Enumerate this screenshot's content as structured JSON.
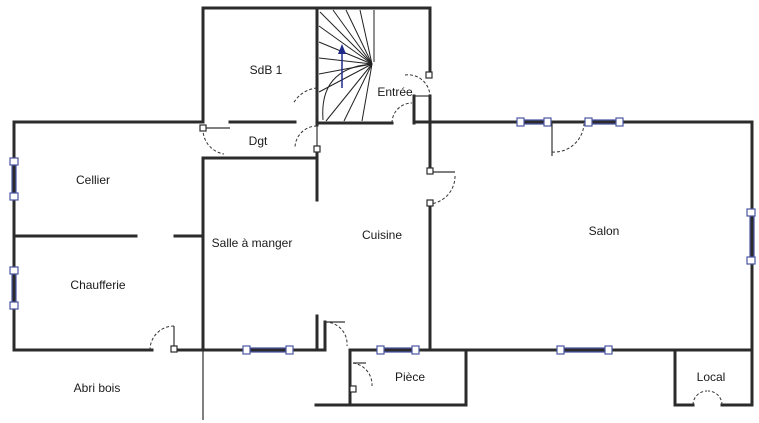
{
  "plan": {
    "rooms": {
      "sdb1": "SdB 1",
      "entree": "Entrée",
      "dgt": "Dgt",
      "cellier": "Cellier",
      "chaufferie": "Chaufferie",
      "abri_bois": "Abri bois",
      "salle_a_manger": "Salle à manger",
      "cuisine": "Cuisine",
      "salon": "Salon",
      "piece": "Pièce",
      "local": "Local"
    },
    "colors": {
      "wall": "#2b2b2b",
      "window": "#4a55a2",
      "stair_arrow": "#1f2a8a"
    }
  }
}
